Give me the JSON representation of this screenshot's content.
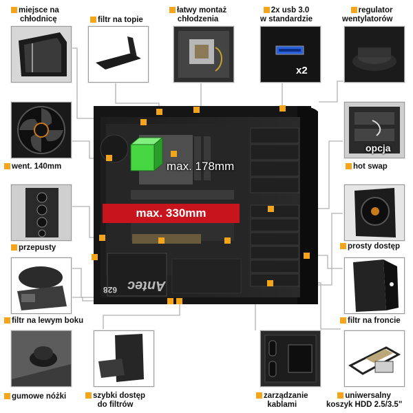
{
  "labels": {
    "radiator": [
      "miejsce na",
      "chłodnicę"
    ],
    "top_filter": "filtr na topie",
    "easy_cooler": [
      "łatwy montaż",
      "chłodzenia"
    ],
    "usb": [
      "2x usb 3.0",
      "w standardzie"
    ],
    "fan_controller": [
      "regulator",
      "wentylatorów"
    ],
    "fan140": "went. 140mm",
    "hot_swap": "hot swap",
    "grommets": "przepusty",
    "direct_access": "prosty dostęp",
    "side_filter": "filtr na lewym boku",
    "front_filter": "filtr na froncie",
    "rubber_feet": "gumowe nóżki",
    "filter_access": [
      "szybki dostęp",
      "do filtrów"
    ],
    "cable_mgmt": [
      "zarządzanie",
      "kablami"
    ],
    "hdd_cage": [
      "uniwersalny",
      "koszyk HDD 2.5/3.5\""
    ]
  },
  "overlays": {
    "cooler_height": "max. 178mm",
    "gpu_length": "max. 330mm",
    "usb_count": "x2",
    "option": "opcja",
    "psu_brand": "Antec",
    "psu_model": "628"
  },
  "colors": {
    "marker": "#f4a51c",
    "banner": "#c8141d",
    "cube": "#3fd23f"
  }
}
